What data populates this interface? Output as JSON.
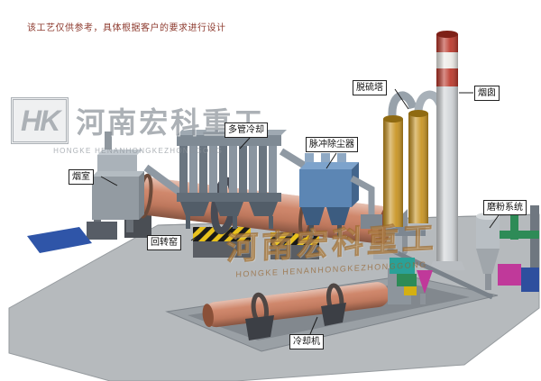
{
  "note": "该工艺仅供参考，具体根据客户的要求进行设计",
  "labels": {
    "smoke_chamber": "烟室",
    "rotary_kiln": "回转窑",
    "multi_tube_cooler": "多管冷却",
    "pulse_dust_collector": "脉冲除尘器",
    "desulfurization_tower": "脱硫塔",
    "chimney": "烟囱",
    "grinding_system": "磨粉系统",
    "cooling_machine": "冷却机"
  },
  "watermark": {
    "logo": "HK",
    "company_cn": "河南宏科重工",
    "company_en": "HONGKE HENANHONGKEZHONGGONG"
  },
  "colors": {
    "ground": "#b6babd",
    "kiln": "#cd8164",
    "dust_collector": "#5c86b4",
    "tower": "#c7921f",
    "chimney_band": "#b93528"
  }
}
